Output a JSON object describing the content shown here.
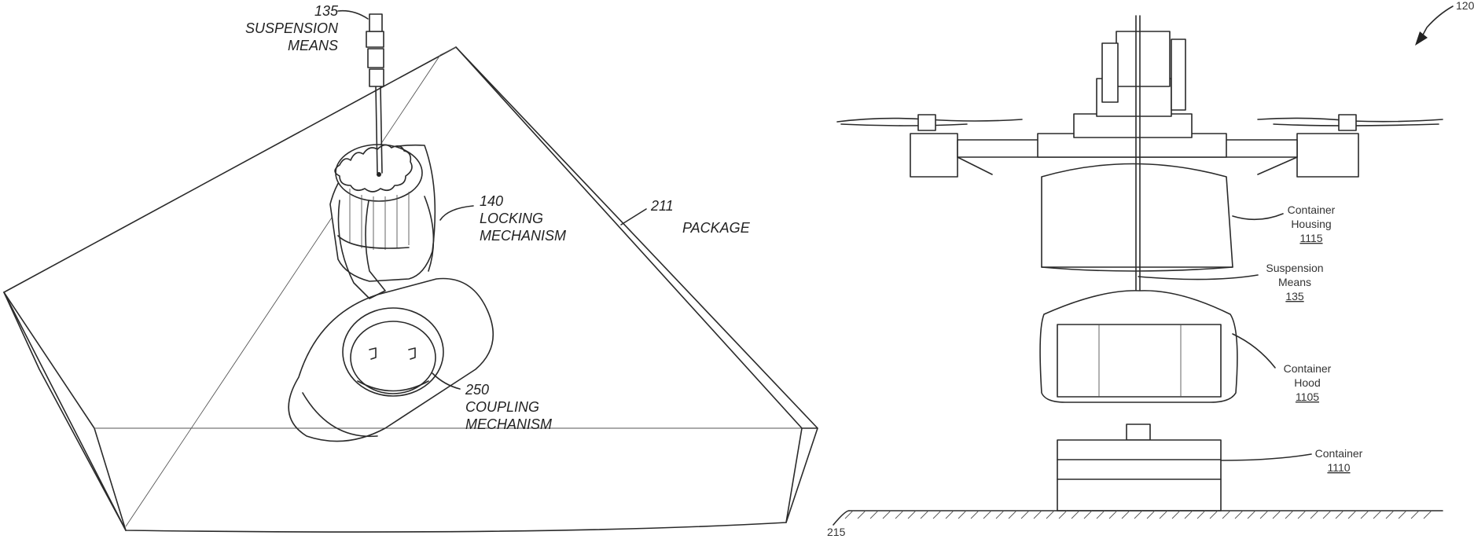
{
  "left_figure": {
    "suspension": {
      "ref": "135",
      "line1": "SUSPENSION",
      "line2": "MEANS"
    },
    "locking": {
      "ref": "140",
      "line1": "LOCKING",
      "line2": "MECHANISM"
    },
    "package": {
      "ref": "211",
      "text": "PACKAGE"
    },
    "coupling": {
      "ref": "250",
      "line1": "COUPLING",
      "line2": "MECHANISM"
    }
  },
  "right_figure": {
    "figure_ref": "120",
    "ground_ref": "215",
    "housing": {
      "line1": "Container",
      "line2": "Housing",
      "ref": "1115"
    },
    "suspension": {
      "line1": "Suspension",
      "line2": "Means",
      "ref": "135"
    },
    "hood": {
      "line1": "Container",
      "line2": "Hood",
      "ref": "1105"
    },
    "container": {
      "line1": "Container",
      "ref": "1110"
    }
  }
}
